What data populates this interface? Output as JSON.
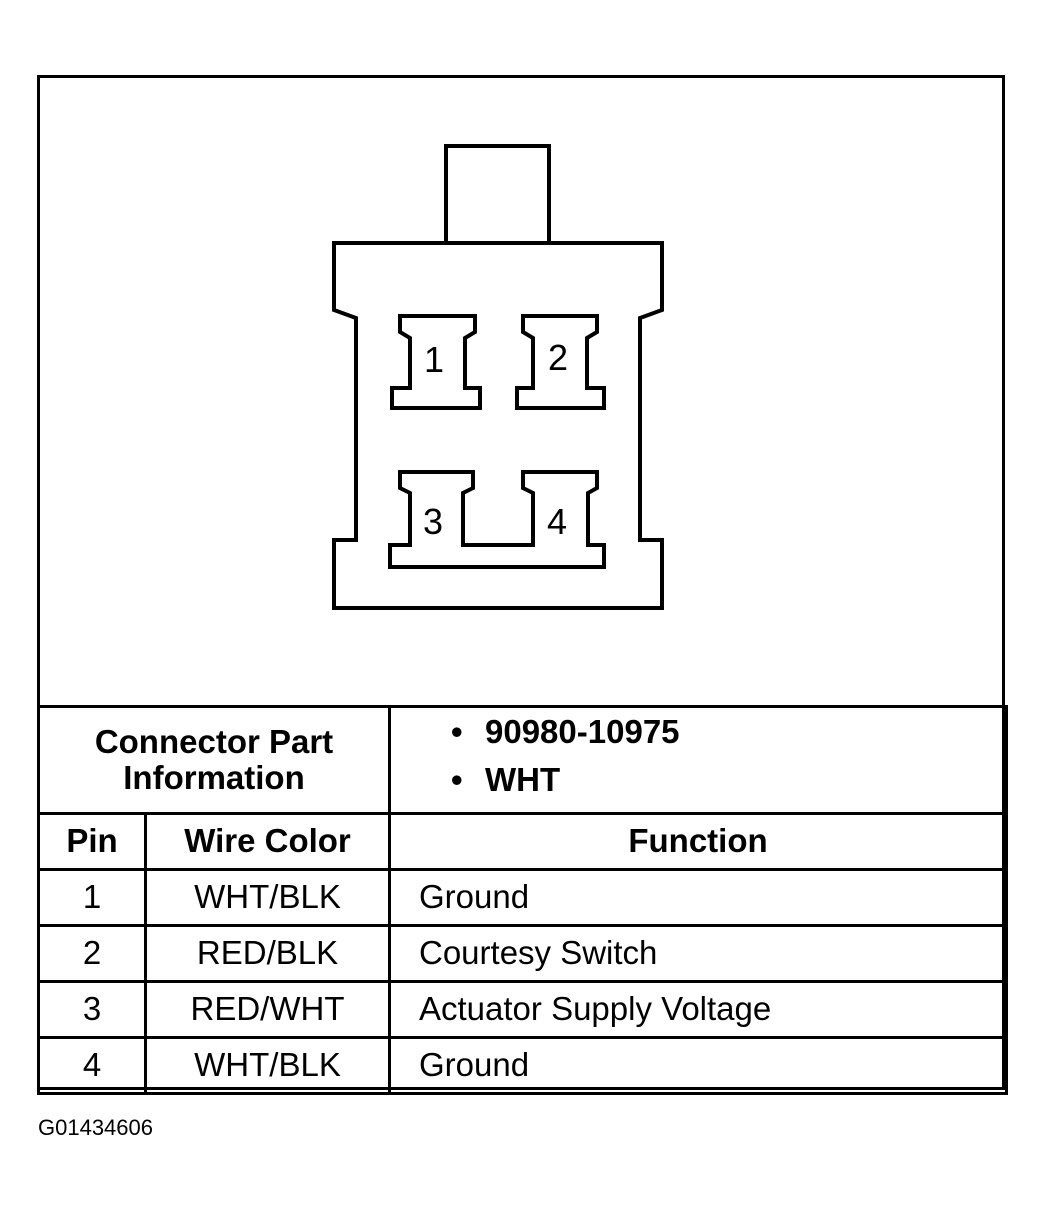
{
  "connector": {
    "pins": [
      {
        "number": "1"
      },
      {
        "number": "2"
      },
      {
        "number": "3"
      },
      {
        "number": "4"
      }
    ]
  },
  "part_info": {
    "label_line1": "Connector Part",
    "label_line2": "Information",
    "part_number": "90980-10975",
    "color": "WHT",
    "bullet": "•"
  },
  "table": {
    "headers": {
      "pin": "Pin",
      "wire_color": "Wire Color",
      "function": "Function"
    },
    "rows": [
      {
        "pin": "1",
        "wire_color": "WHT/BLK",
        "function": "Ground"
      },
      {
        "pin": "2",
        "wire_color": "RED/BLK",
        "function": "Courtesy Switch"
      },
      {
        "pin": "3",
        "wire_color": "RED/WHT",
        "function": "Actuator Supply Voltage"
      },
      {
        "pin": "4",
        "wire_color": "WHT/BLK",
        "function": "Ground"
      }
    ]
  },
  "figure_id": "G01434606"
}
